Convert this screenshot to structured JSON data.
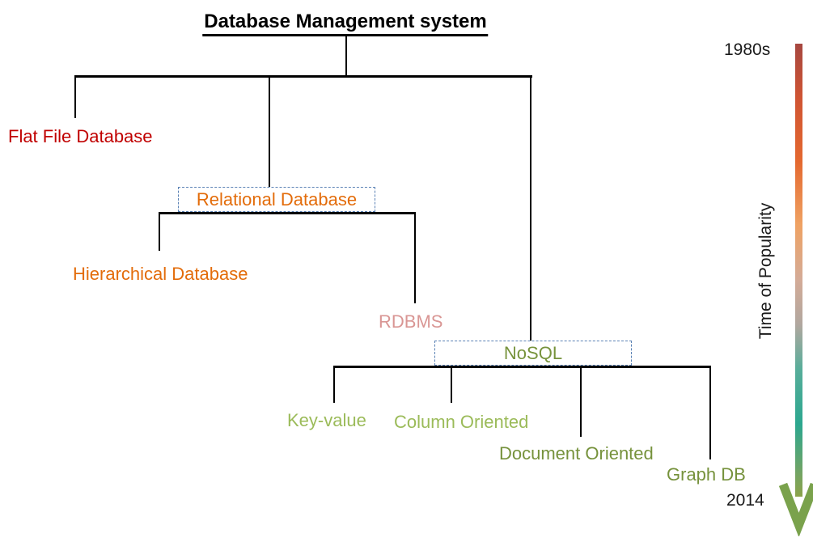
{
  "title": "Database Management system",
  "timeline": {
    "start_label": "1980s",
    "end_label": "2014",
    "axis_label": "Time of Popularity",
    "gradient_colors": [
      "#a64740",
      "#e4682f",
      "#efa263",
      "#c2a49d",
      "#2ca78f",
      "#8ba34a"
    ],
    "arrowhead_color": "#7aa24c"
  },
  "nodes": {
    "flat_file": {
      "label": "Flat File Database",
      "color": "#c00000"
    },
    "relational": {
      "label": "Relational Database",
      "color": "#e36c0a"
    },
    "hierarchical": {
      "label": "Hierarchical Database",
      "color": "#e36c0a"
    },
    "rdbms": {
      "label": "RDBMS",
      "color": "#d99694"
    },
    "nosql": {
      "label": "NoSQL",
      "color": "#77933c"
    },
    "key_value": {
      "label": "Key-value",
      "color": "#9bbb59"
    },
    "column_oriented": {
      "label": "Column Oriented",
      "color": "#9bbb59"
    },
    "document_oriented": {
      "label": "Document Oriented",
      "color": "#76923c"
    },
    "graph_db": {
      "label": "Graph DB",
      "color": "#76923c"
    }
  },
  "box_border_color": "#5b82b5",
  "line_color": "#000000"
}
